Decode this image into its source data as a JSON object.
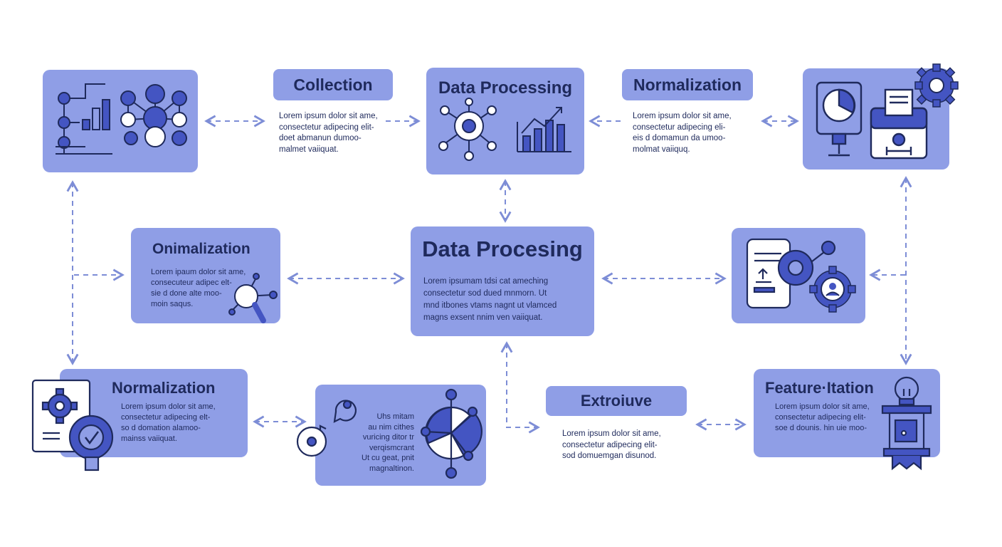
{
  "colors": {
    "box": "#8f9ee6",
    "dark": "#1f2a5c",
    "accent": "#4455c2",
    "arrow": "#7d8dd6"
  },
  "labels": {
    "collection": "Collection",
    "normalization_top": "Normalization",
    "extroiuve": "Extroiuve"
  },
  "titles": {
    "data_processing_top": "Data Processing",
    "data_procesing_center": "Data Procesing",
    "onimalization": "Onimalization",
    "normalization_bottom": "Normalization",
    "feature_itation": "Feature·Itation"
  },
  "texts": {
    "collection_desc": "Lorem ipsum dolor sit ame,\nconsectetur adipecing elit-\ndoet abmanun dumoo-\nmalmet vaiiquat.",
    "normalization_top_desc": "Lorem ipsum dolor sit ame,\nconsectetur adipecing eli-\neis d domamun da umoo-\nmolmat vaiiquq.",
    "center_desc": "Lorem ipsumam tdsi cat ameching\nconsectetur sod dued mnmorn. Ut\nmnd itbones vtams nagnt ut vlamced\nmagns exsent nnim ven vaiiquat.",
    "onimalization_desc": "Lorem ipaum dolor sit ame,\nconsecuteur adipec elt-\nsie d done alte moo-\nmoin saqus.",
    "normalization_bottom_desc": "Lorem ipsum dolor sit ame,\nconsectetur adipecing elt-\nso d domation alamoo-\nmainss vaiiquat.",
    "bottom_middle_desc": "Uhs mitam\nau nim cithes\nvuricing ditor tr\nverqismcrant\nUt cu geat, pnit\nmagnaltinon.",
    "extroiuve_desc": "Lorem ipsum dolor sit ame,\nconsectetur adipecing elit-\nsod domuemgan disunod.",
    "feature_desc": "Lorem ipsum dolor sit ame,\nconsectetur adipecing elit-\nsoe d dounis. hin uie moo-"
  },
  "icons": [
    "network-chart-icon",
    "hub-chart-icon",
    "monitor-server-gear-icon",
    "magnifier-network-icon",
    "tablet-gear-user-icon",
    "document-gear-badge-icon",
    "chat-pie-network-icon",
    "lightbulb-award-icon"
  ]
}
